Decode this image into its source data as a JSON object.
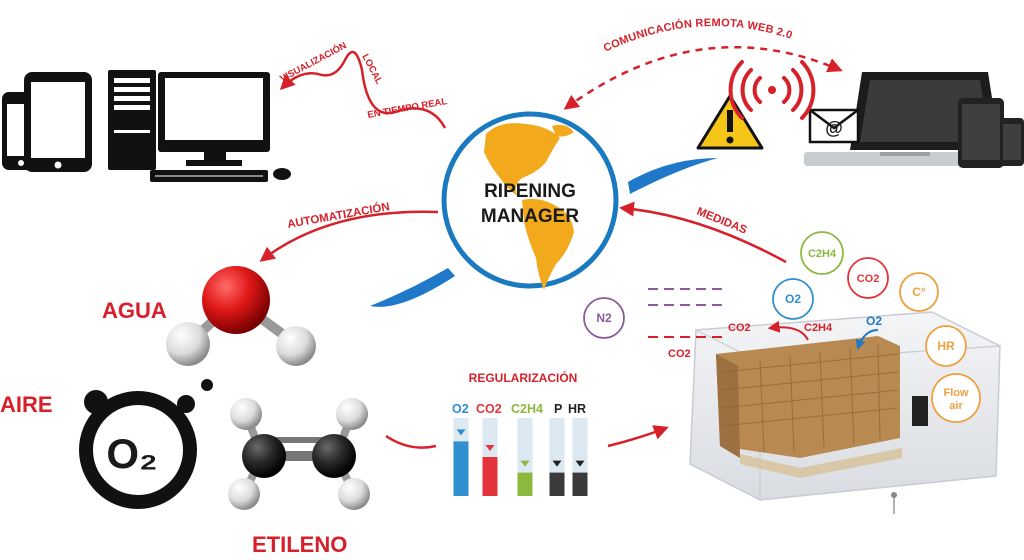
{
  "hub": {
    "line1": "RIPENING",
    "line2": "MANAGER"
  },
  "arrows": {
    "local_view": "VISUALIZACIÓN LOCAL EN TIEMPO REAL",
    "remote": "COMUNICACIÓN REMOTA WEB 2.0",
    "automation": "AUTOMATIZACIÓN",
    "measures": "MEDIDAS"
  },
  "inputs": {
    "water": "AGUA",
    "air": "AIRE",
    "ethylene": "ETILENO",
    "o2_symbol": "O₂"
  },
  "regulation": {
    "title": "REGULARIZACIÓN",
    "bars": [
      {
        "label": "O2",
        "color": "#2f8fcf",
        "fill_ratio": 0.7
      },
      {
        "label": "CO2",
        "color": "#e2333a",
        "fill_ratio": 0.5
      },
      {
        "label": "C2H4",
        "color": "#8db83e",
        "fill_ratio": 0.3
      },
      {
        "label": "P",
        "color": "#3a3a3a",
        "fill_ratio": 0.3
      },
      {
        "label": "HR",
        "color": "#3a3a3a",
        "fill_ratio": 0.3
      }
    ]
  },
  "sensors": [
    {
      "label": "C2H4",
      "color": "#8db83e"
    },
    {
      "label": "CO2",
      "color": "#e2333a"
    },
    {
      "label": "O2",
      "color": "#2f8fcf"
    },
    {
      "label": "C°",
      "color": "#f0a040"
    },
    {
      "label": "N2",
      "color": "#8a5a9a"
    },
    {
      "label": "HR",
      "color": "#f0a040"
    },
    {
      "label": "Flow",
      "color": "#f0a040"
    },
    {
      "label": "air",
      "color": "#f0a040"
    }
  ],
  "flows": {
    "co2_out": "CO2",
    "c2h4_in": "C2H4",
    "o2_in": "O2",
    "co2_bottom": "CO2"
  },
  "colors": {
    "accent_red": "#d6202a",
    "map_yellow": "#f2a91c",
    "hub_ring": "#1a7ac0",
    "blue_swoosh": "#1f78c8"
  }
}
